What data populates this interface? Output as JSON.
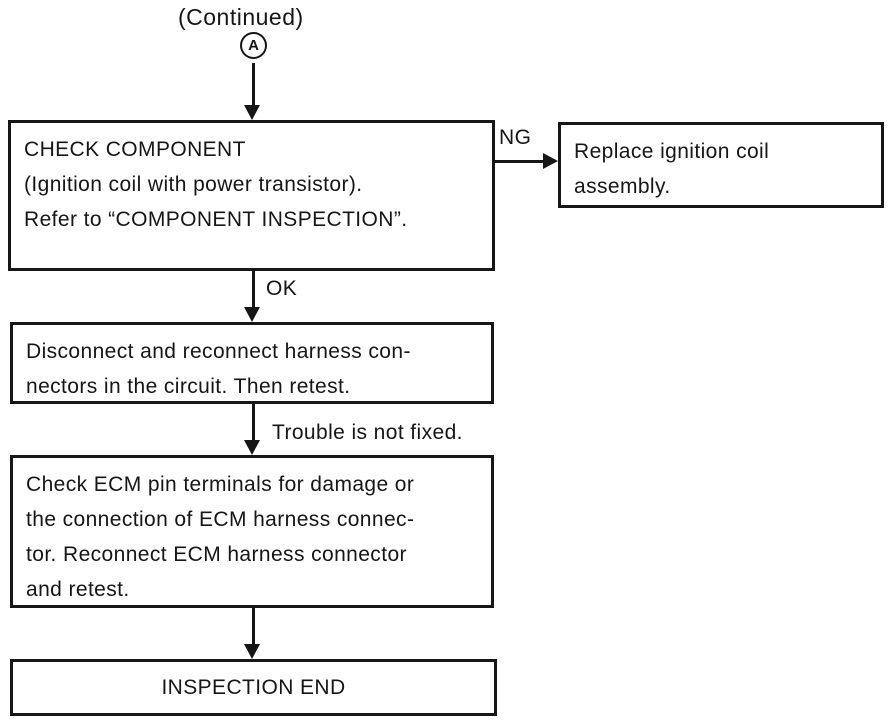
{
  "page": {
    "continued_label": "(Continued)",
    "connector": {
      "label": "A"
    }
  },
  "nodes": {
    "check_component": {
      "lines": [
        "CHECK COMPONENT",
        "(Ignition coil with power transistor).",
        "Refer to “COMPONENT INSPECTION”."
      ]
    },
    "replace_coil": {
      "lines": [
        "Replace ignition coil",
        "assembly."
      ]
    },
    "reconnect_harness": {
      "lines": [
        "Disconnect and reconnect harness con-",
        "nectors in the circuit. Then retest."
      ]
    },
    "check_ecm": {
      "lines": [
        "Check ECM pin terminals for damage or",
        "the connection of ECM harness connec-",
        "tor. Reconnect ECM harness connector",
        "and retest."
      ]
    },
    "inspection_end": {
      "lines": [
        "INSPECTION END"
      ]
    }
  },
  "edge_labels": {
    "ng": "NG",
    "ok": "OK",
    "trouble_not_fixed": "Trouble is not fixed."
  },
  "colors": {
    "ink": "#161616",
    "background": "#ffffff"
  }
}
